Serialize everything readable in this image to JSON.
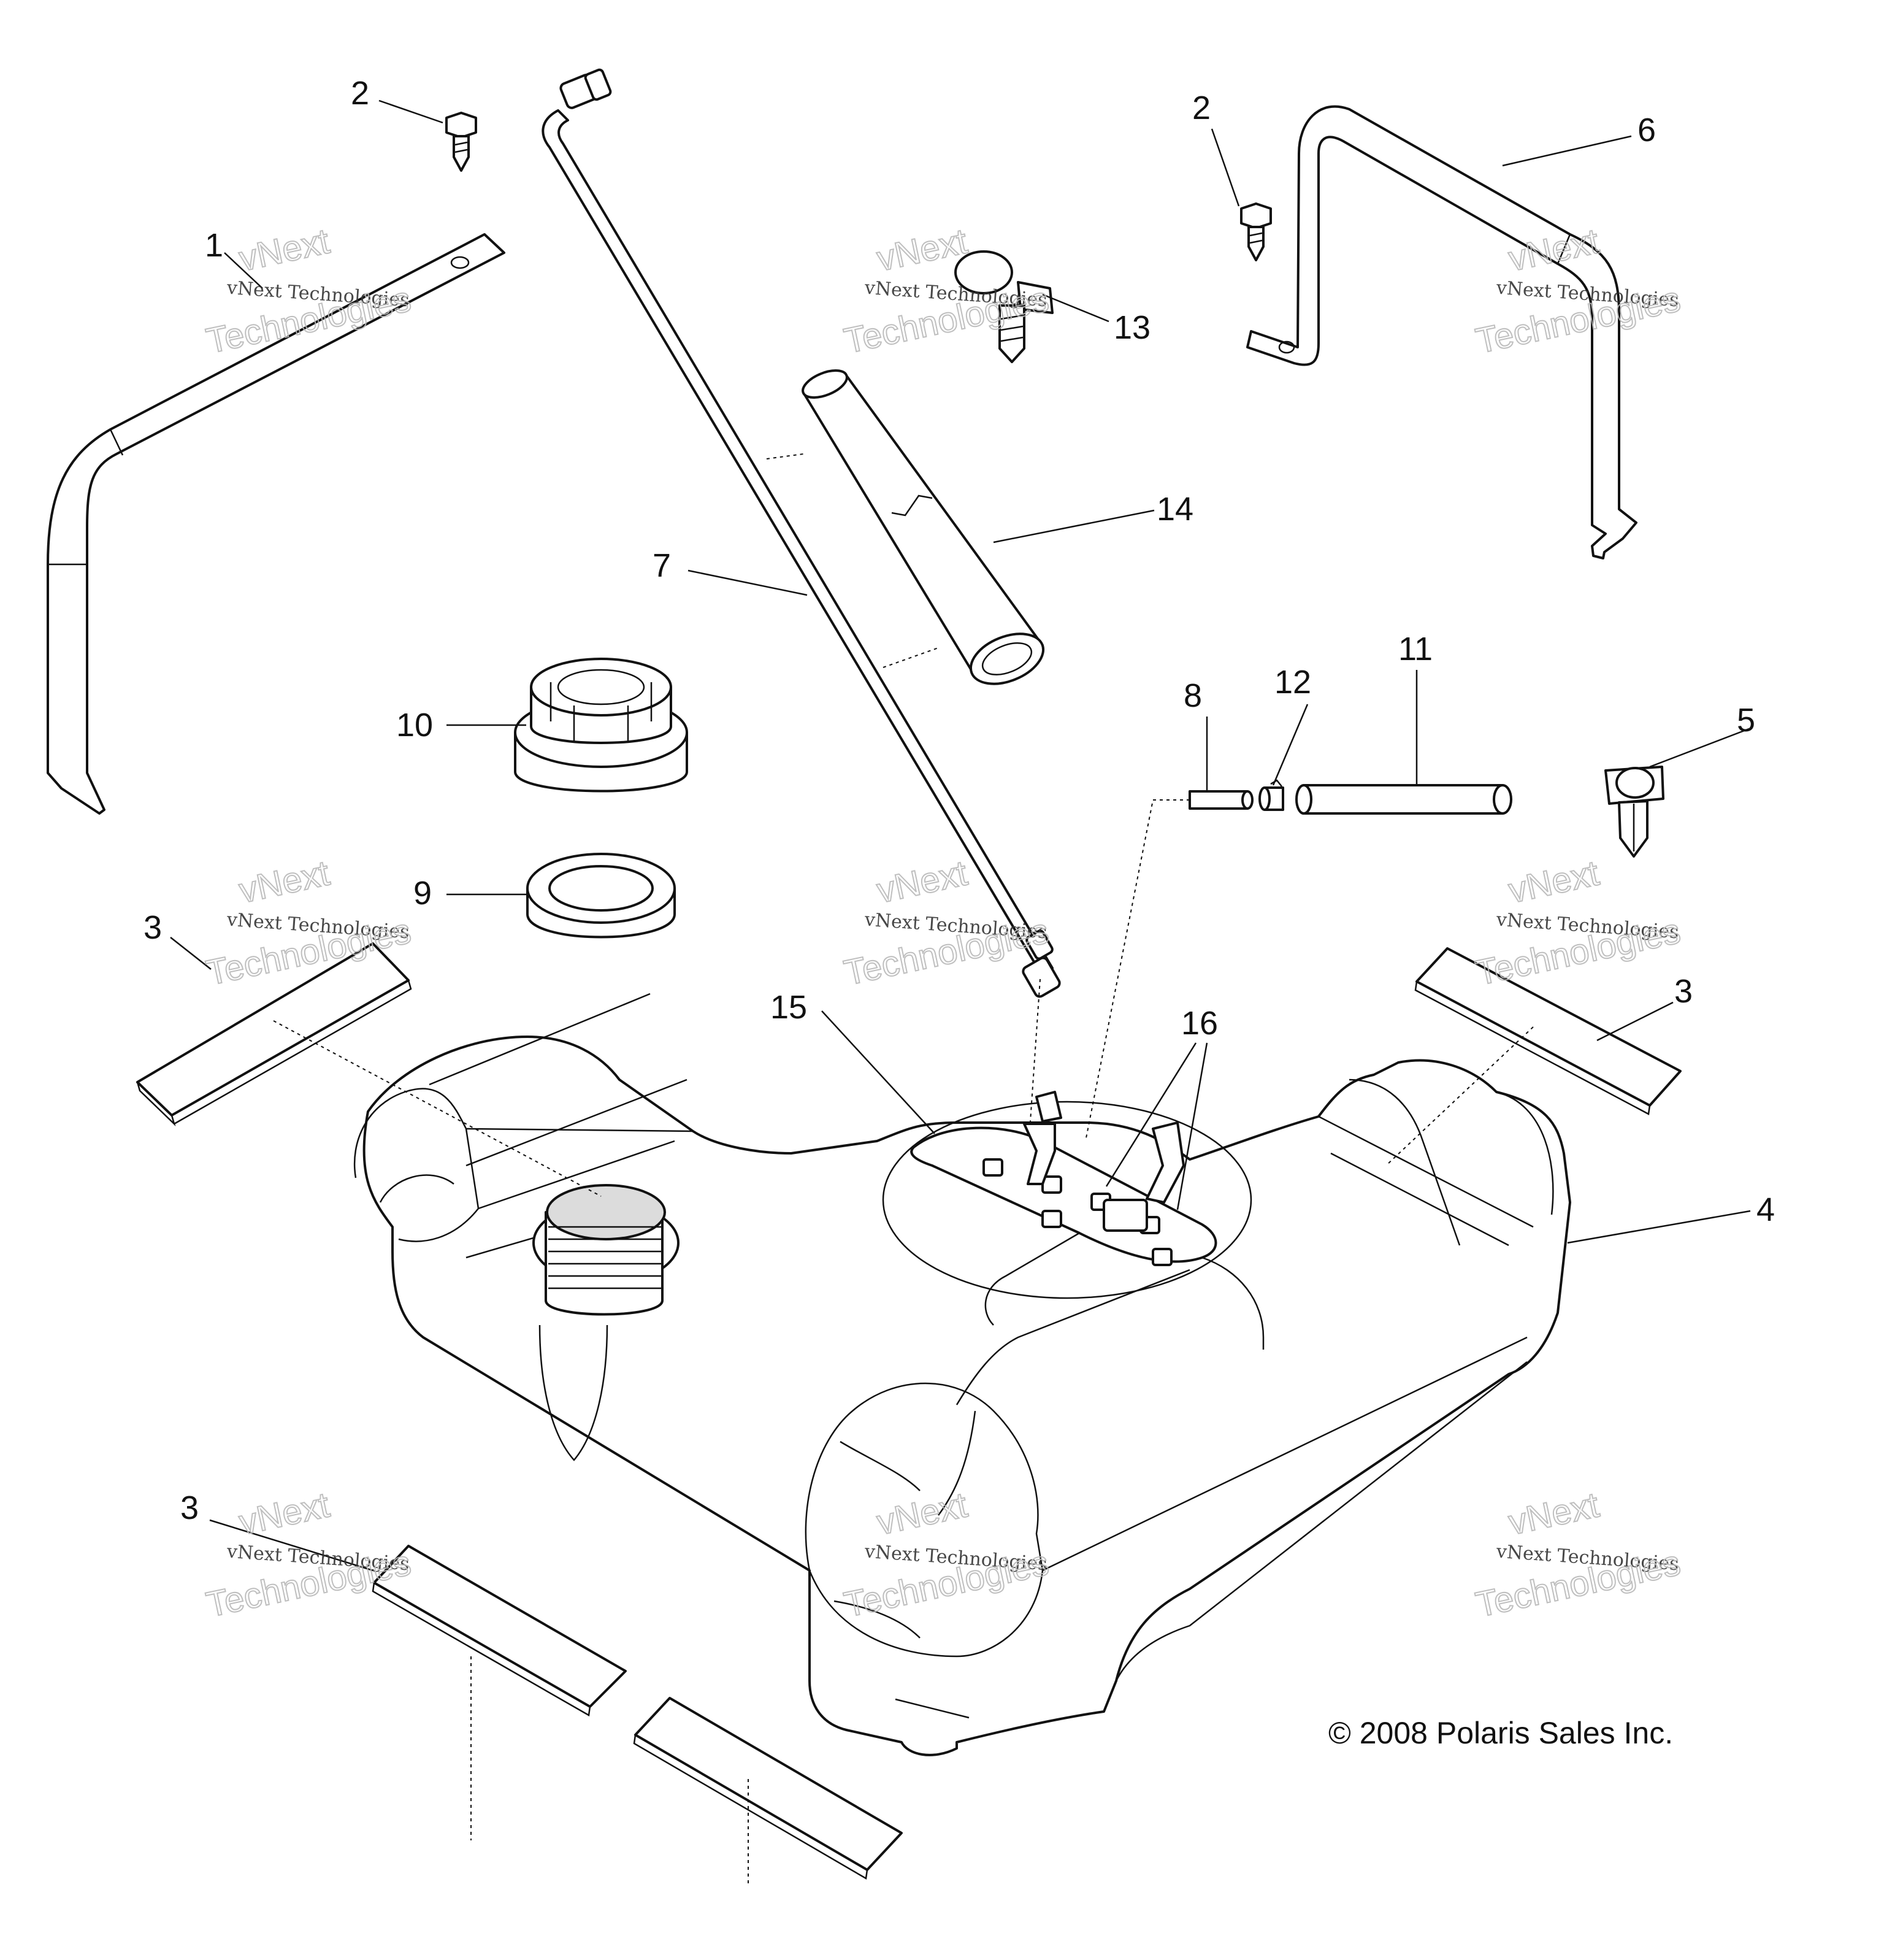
{
  "diagram": {
    "callouts": {
      "c1": "1",
      "c2a": "2",
      "c2b": "2",
      "c3a": "3",
      "c3b": "3",
      "c3c": "3",
      "c4": "4",
      "c5": "5",
      "c6": "6",
      "c7": "7",
      "c8": "8",
      "c9": "9",
      "c10": "10",
      "c11": "11",
      "c12": "12",
      "c13": "13",
      "c14": "14",
      "c15": "15",
      "c16": "16"
    },
    "copyright": "© 2008 Polaris Sales Inc.",
    "watermark": {
      "line_small": "vNext Technologies",
      "word_top": "vNext",
      "word_bottom": "Technologies"
    }
  }
}
